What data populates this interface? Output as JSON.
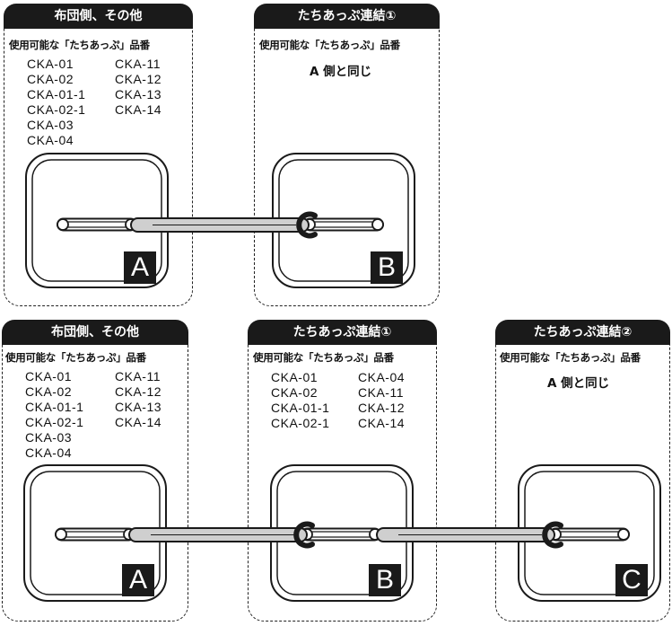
{
  "panels": {
    "r1a": {
      "header": "布団側、その他",
      "subtitle": "使用可能な「たちあっぷ」品番",
      "codes_left": [
        "CKA-01",
        "CKA-02",
        "CKA-01-1",
        "CKA-02-1",
        "CKA-03",
        "CKA-04"
      ],
      "codes_right": [
        "CKA-11",
        "CKA-12",
        "CKA-13",
        "CKA-14"
      ],
      "letter": "A"
    },
    "r1b": {
      "header": "たちあっぷ連結①",
      "subtitle": "使用可能な「たちあっぷ」品番",
      "same_as": "A 側と同じ",
      "letter": "B"
    },
    "r2a": {
      "header": "布団側、その他",
      "subtitle": "使用可能な「たちあっぷ」品番",
      "codes_left": [
        "CKA-01",
        "CKA-02",
        "CKA-01-1",
        "CKA-02-1",
        "CKA-03",
        "CKA-04"
      ],
      "codes_right": [
        "CKA-11",
        "CKA-12",
        "CKA-13",
        "CKA-14"
      ],
      "letter": "A"
    },
    "r2b": {
      "header": "たちあっぷ連結①",
      "subtitle": "使用可能な「たちあっぷ」品番",
      "codes_left": [
        "CKA-01",
        "CKA-02",
        "CKA-01-1",
        "CKA-02-1"
      ],
      "codes_right": [
        "CKA-04",
        "CKA-11",
        "CKA-12",
        "CKA-14"
      ],
      "letter": "B"
    },
    "r2c": {
      "header": "たちあっぷ連結②",
      "subtitle": "使用可能な「たちあっぷ」品番",
      "same_as": "A 側と同じ",
      "letter": "C"
    }
  },
  "colors": {
    "header_bg": "#1a1a1a",
    "link_fill": "#cfcfcf",
    "stroke": "#1a1a1a"
  }
}
